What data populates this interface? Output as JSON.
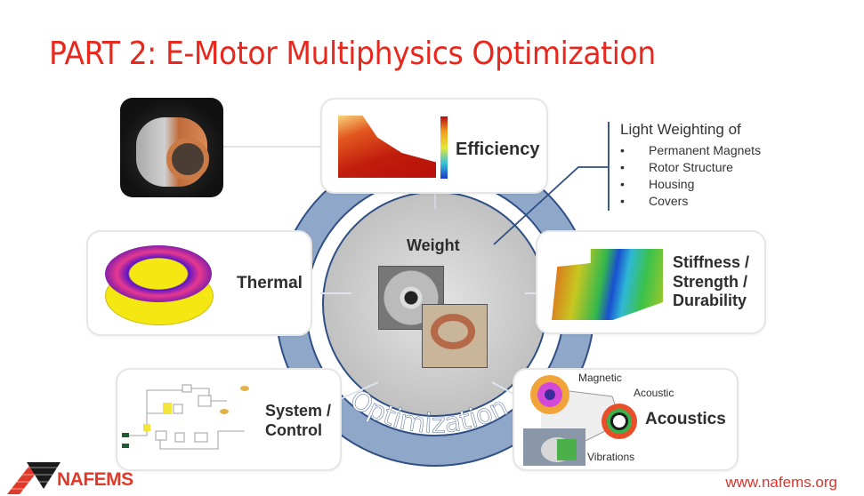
{
  "slide": {
    "title": "PART 2: E-Motor Multiphysics Optimization",
    "title_color": "#e8281e"
  },
  "center": {
    "label": "Weight",
    "ring_label": "Optimization",
    "ring_color": "#8fa7c9",
    "ring_border": "#2f4f85",
    "images": [
      "rotor-cover-image",
      "stator-winding-image"
    ]
  },
  "cards": {
    "motor_photo": {
      "alt": "e-motor-stator-photo"
    },
    "efficiency": {
      "label": "Efficiency",
      "image": "efficiency-map-chart"
    },
    "thermal": {
      "label": "Thermal",
      "image": "thermal-stator-plot"
    },
    "stiffness": {
      "label_lines": [
        "Stiffness /",
        "Strength /",
        "Durability"
      ],
      "image": "stress-contour-plot"
    },
    "system": {
      "label_lines": [
        "System /",
        "Control"
      ],
      "image": "control-block-diagram"
    },
    "acoustics": {
      "label": "Acoustics",
      "sub_labels": {
        "magnetic": "Magnetic",
        "acoustic": "Acoustic",
        "vibrations": "Vibrations"
      }
    }
  },
  "light_weighting": {
    "title": "Light Weighting of",
    "items": [
      "Permanent Magnets",
      "Rotor Structure",
      "Housing",
      "Covers"
    ],
    "bullet": "•"
  },
  "footer": {
    "logo_text": "NAFEMS",
    "url": "www.nafems.org"
  }
}
